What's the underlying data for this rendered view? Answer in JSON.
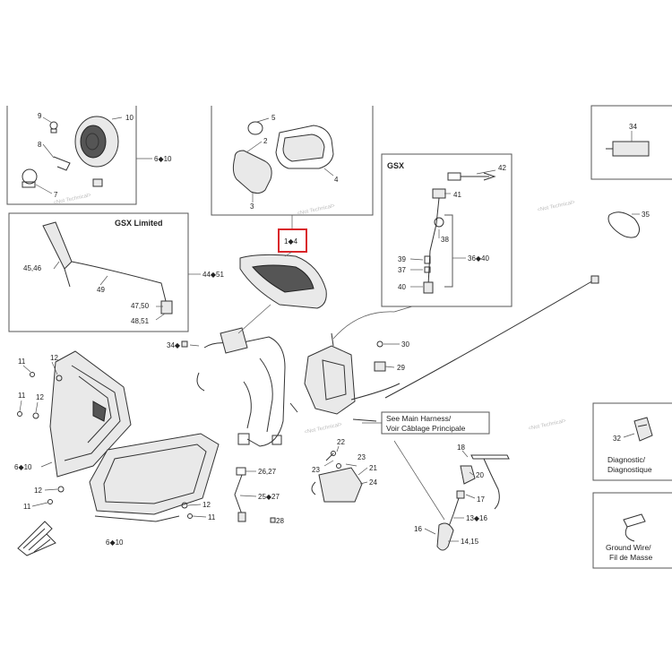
{
  "box_labels": {
    "gsx_limited": "GSX Limited",
    "gsx": "GSX",
    "harness_note_en": "See Main Harness/",
    "harness_note_fr": "Voir Câblage Principale",
    "diagnostic_en": "Diagnostic/",
    "diagnostic_fr": "Diagnostique",
    "ground_en": "Ground Wire/",
    "ground_fr": "Fil de Masse"
  },
  "highlight": {
    "label": "1◆4",
    "color": "#d9262b"
  },
  "watermark": "<Not Technical>",
  "callouts": {
    "c9": "9",
    "c10": "10",
    "c8": "8",
    "c7": "7",
    "c6_10a": "6◆10",
    "c5": "5",
    "c2": "2",
    "c3": "3",
    "c4": "4",
    "c34": "34",
    "c35": "35",
    "c42": "42",
    "c41": "41",
    "c38": "38",
    "c39": "39",
    "c37": "37",
    "c36_40": "36◆40",
    "c40": "40",
    "c45_46": "45,46",
    "c49": "49",
    "c44_51": "44◆51",
    "c47_50": "47,50",
    "c48_51": "48,51",
    "c34b": "34◆",
    "c12a": "12",
    "c11a": "11",
    "c12b": "12",
    "c11b": "11",
    "c6_10b": "6◆10",
    "c12c": "12",
    "c11c": "11",
    "c12d": "12",
    "c11d": "11",
    "c6_10c": "6◆10",
    "c26_27a": "26,27",
    "c26_27b": "25◆27",
    "c28": "28",
    "c30": "30",
    "c29": "29",
    "c22": "22",
    "c23a": "23",
    "c23b": "23",
    "c21": "21",
    "c24": "24",
    "c18": "18",
    "c20": "20",
    "c17": "17",
    "c13_16": "13◆16",
    "c16": "16",
    "c14_15": "14,15",
    "c32": "32"
  },
  "colors": {
    "line": "#333333",
    "box": "#555555",
    "accent": "#d9262b"
  }
}
